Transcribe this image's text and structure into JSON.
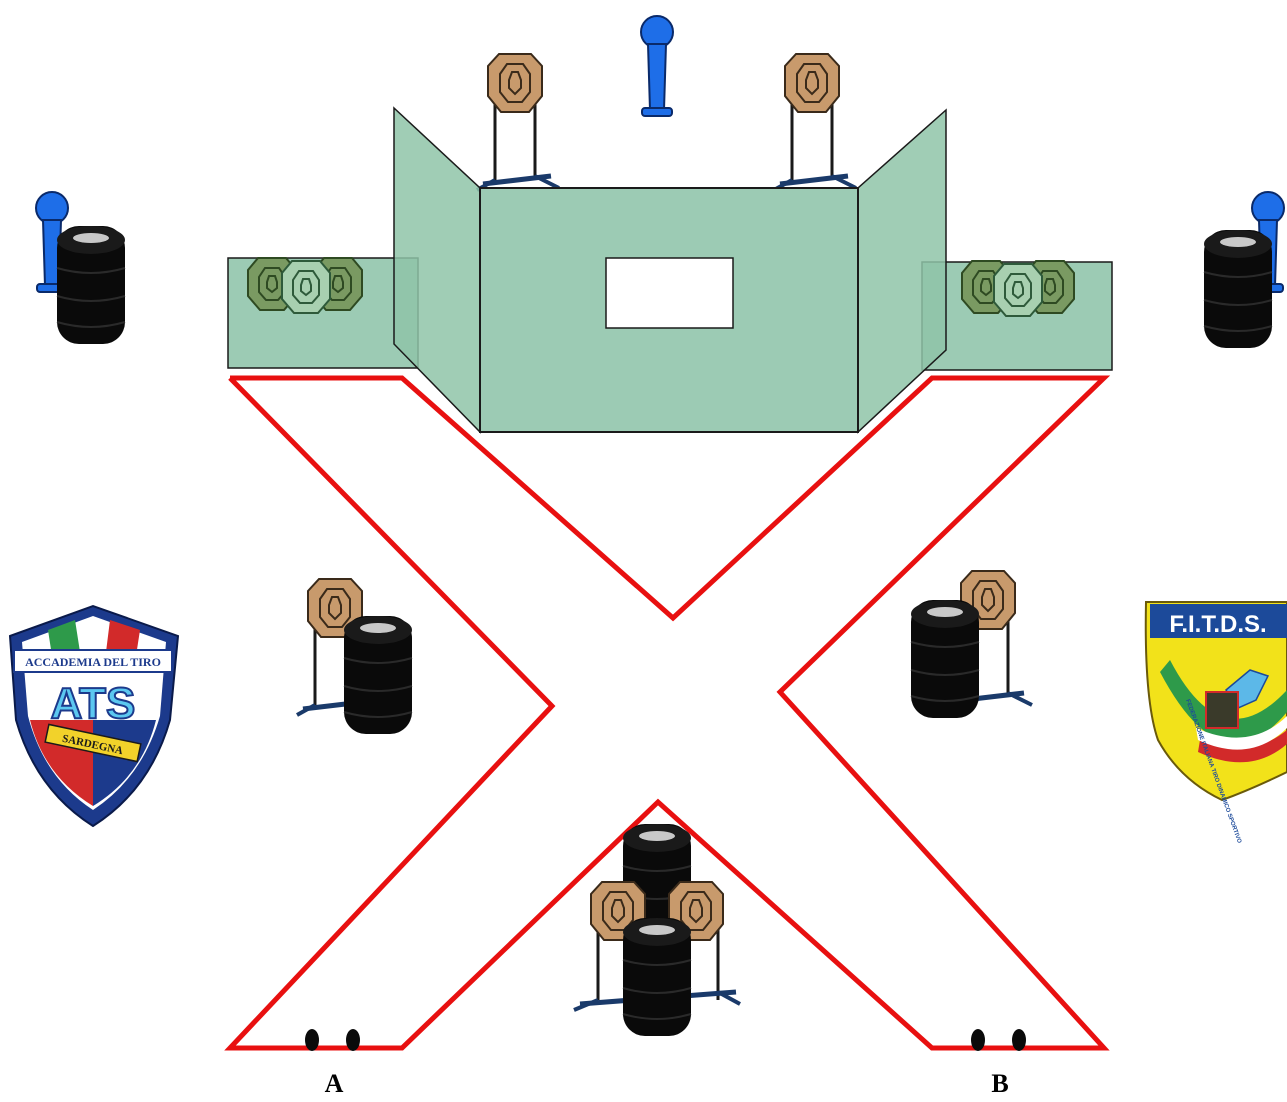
{
  "diagram": {
    "start_positions": [
      {
        "label": "A"
      },
      {
        "label": "B"
      }
    ]
  },
  "logos": {
    "ats": {
      "band_text": "ACCADEMIA DEL TIRO",
      "main_text": "ATS",
      "ribbon_text": "SARDEGNA"
    },
    "fitds": {
      "title_text": "F.I.T.D.S.",
      "ring_text": "FEDERAZIONE ITALIANA TIRO DINAMICO SPORTIVO"
    }
  },
  "colors": {
    "fault_line": "#e81010",
    "barricade": "#9ccbb4",
    "barricade_edge": "#1a1a1a",
    "target_paper": "#c89a6c",
    "no_shoot_target": "#7a9a62",
    "popper": "#1e6ee8",
    "tire": "#0a0a0a"
  }
}
